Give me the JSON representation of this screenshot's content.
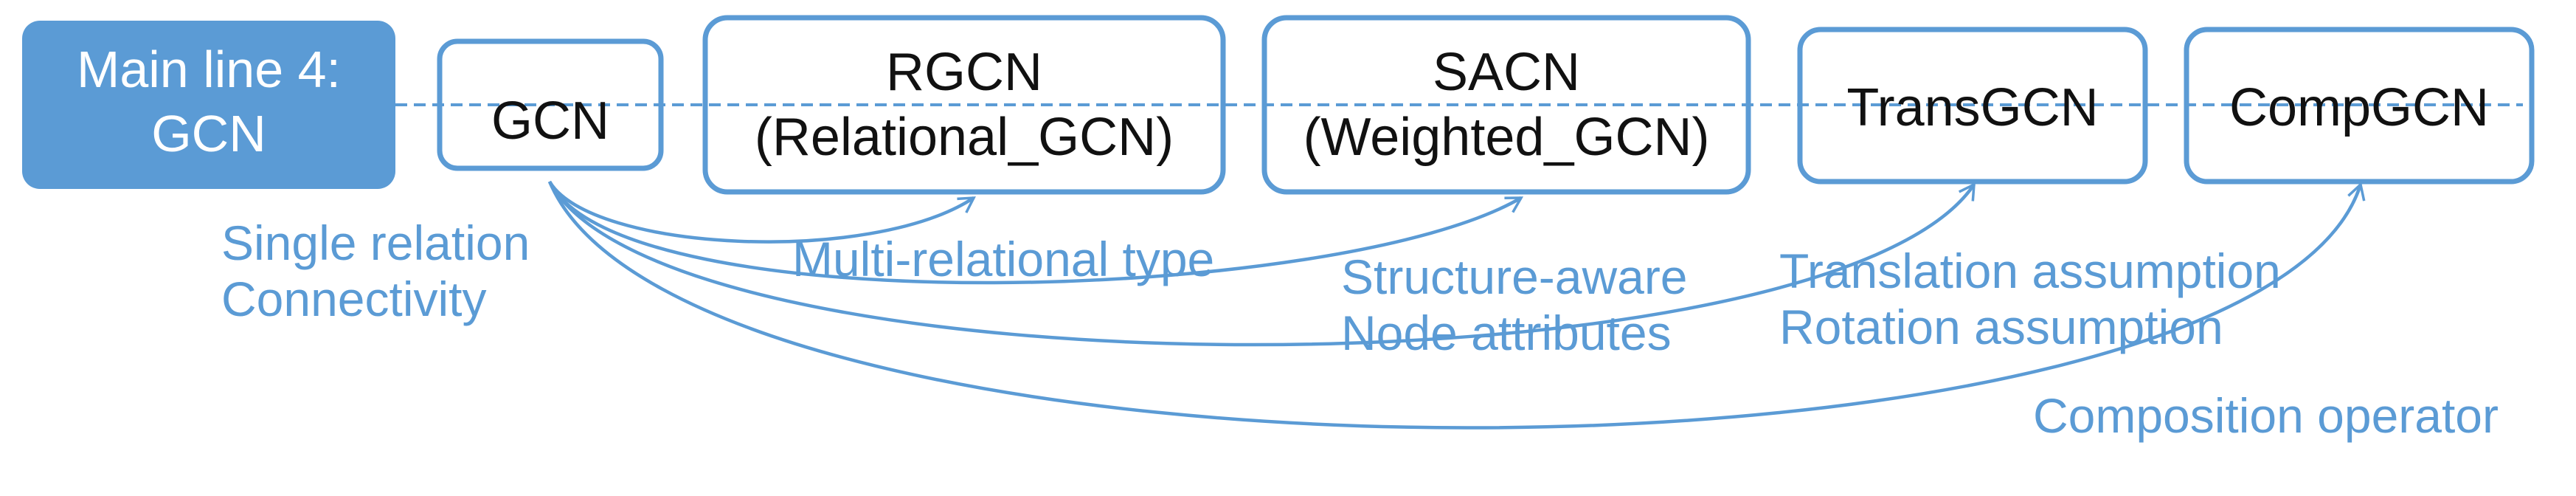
{
  "colors": {
    "accent": "#5B9BD5",
    "box_text": "#111111",
    "main_text": "#ffffff"
  },
  "main_line": {
    "line1": "Main line 4:",
    "line2": "GCN"
  },
  "nodes": {
    "gcn": {
      "label": "GCN"
    },
    "rgcn": {
      "line1": "RGCN",
      "line2": "(Relational_GCN)"
    },
    "sacn": {
      "line1": "SACN",
      "line2": "(Weighted_GCN)"
    },
    "transgcn": {
      "label": "TransGCN"
    },
    "compgcn": {
      "label": "CompGCN"
    }
  },
  "annotations": {
    "gcn": [
      "Single relation",
      "Connectivity"
    ],
    "rgcn": [
      "Multi-relational type"
    ],
    "sacn": [
      "Structure-aware",
      "Node attributes"
    ],
    "transgcn": [
      "Translation assumption",
      "Rotation assumption"
    ],
    "compgcn": [
      "Composition operator"
    ]
  }
}
